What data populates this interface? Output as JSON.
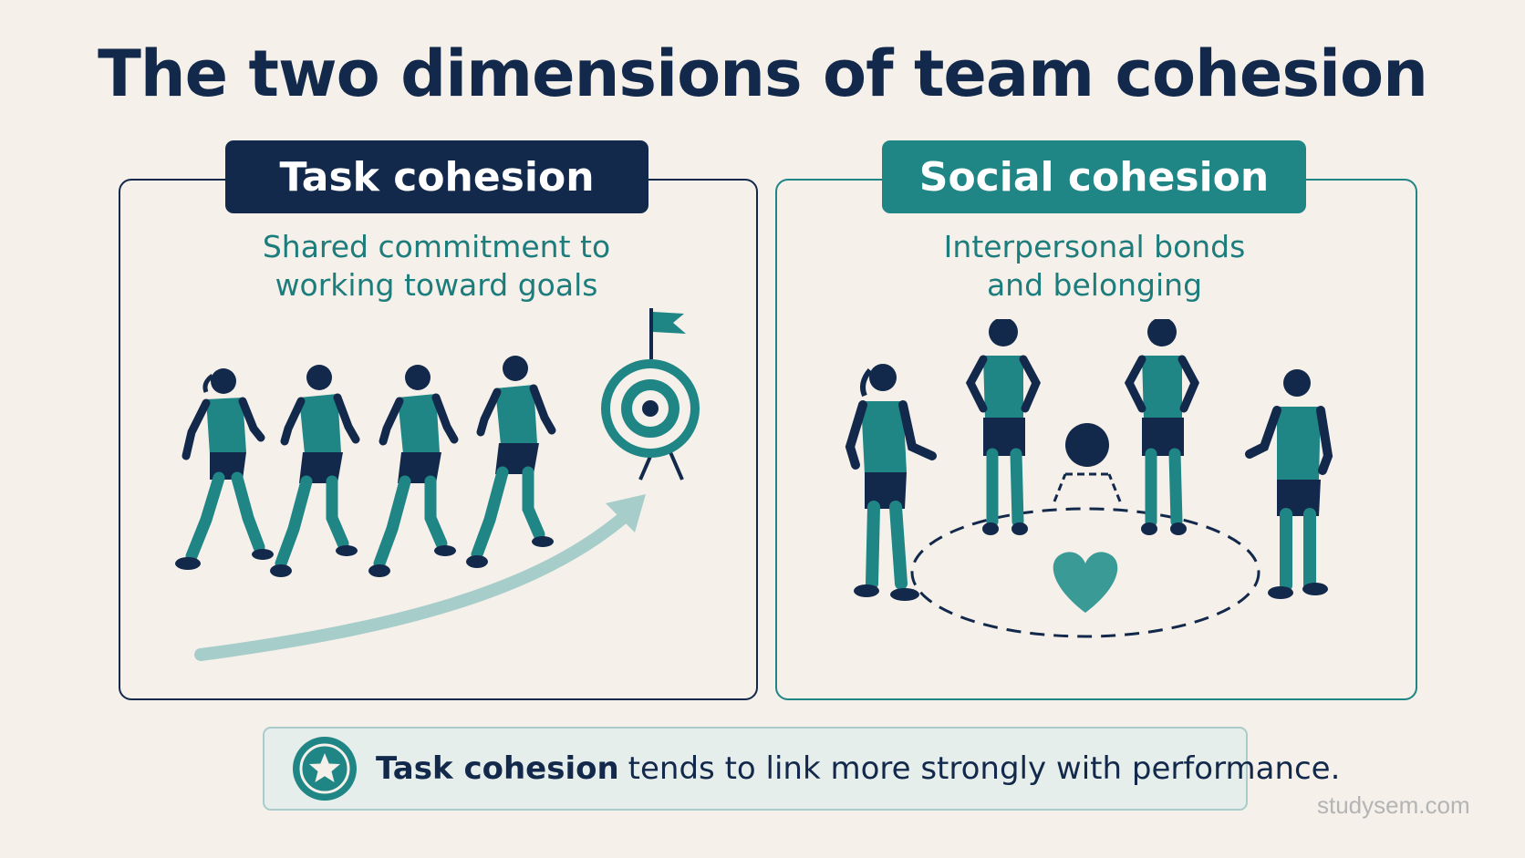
{
  "title": "The two dimensions of team cohesion",
  "task_panel": {
    "heading": "Task cohesion",
    "description_line1": "Shared commitment to",
    "description_line2": "working toward goals"
  },
  "social_panel": {
    "heading": "Social cohesion",
    "description_line1": "Interpersonal bonds",
    "description_line2": "and belonging"
  },
  "footer": {
    "emphasis": "Task cohesion",
    "text": "tends to link more strongly with performance."
  },
  "watermark": "studysem.com",
  "colors": {
    "navy": "#13294b",
    "teal": "#1f8585",
    "light_teal": "#2f9a96",
    "arrow": "#a7cdca",
    "background": "#f5f1ea"
  },
  "icons": [
    "runner-icon",
    "target-icon",
    "flag-icon",
    "arrow-icon",
    "person-icon",
    "ball-icon",
    "heart-icon",
    "star-icon"
  ]
}
